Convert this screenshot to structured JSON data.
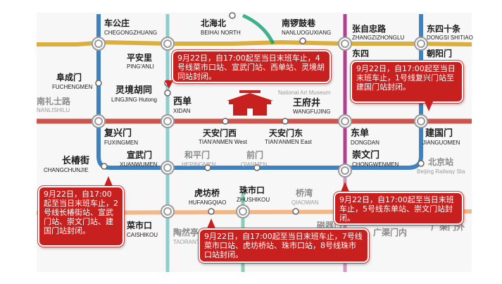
{
  "stations": {
    "chegongzhuang": {
      "zh": "车公庄",
      "en": "CHEGONGZHUANG"
    },
    "beihai_north": {
      "zh": "北海北",
      "en": "BEIHAI NORTH"
    },
    "nanluoguxiang": {
      "zh": "南锣鼓巷",
      "en": "NANLUOGUXIANG"
    },
    "zhangzizhonglu": {
      "zh": "张自忠路",
      "en": "ZHANGZIZHONGLU"
    },
    "dongsi_shitiao": {
      "zh": "东四十条",
      "en": "DONGSI SHITIAO"
    },
    "pinganli": {
      "zh": "平安里",
      "en": "PING'ANLI"
    },
    "dongsi": {
      "zh": "东四",
      "en": ""
    },
    "chaoyangmen": {
      "zh": "朝阳门",
      "en": ""
    },
    "fuchengmen": {
      "zh": "阜成门",
      "en": "FUCHENGMEN"
    },
    "lingjing_hutong": {
      "zh": "灵境胡同",
      "en": "LINGJING Hutong"
    },
    "national_art_museum": {
      "zh": "",
      "en": "National Art Museum"
    },
    "nanlishilu": {
      "zh": "南礼士路",
      "en": "NANLISHILU"
    },
    "xidan": {
      "zh": "西单",
      "en": "XIDAN"
    },
    "wangfujing": {
      "zh": "王府井",
      "en": "WANGFUJING"
    },
    "fuxingmen": {
      "zh": "复兴门",
      "en": "FUXINGMEN"
    },
    "tiananmen_west": {
      "zh": "天安门西",
      "en": "TIAN'ANMEN West"
    },
    "tiananmen_east": {
      "zh": "天安门东",
      "en": "TIAN'ANMEN East"
    },
    "dongdan": {
      "zh": "东单",
      "en": "DONGDAN"
    },
    "jianguomen": {
      "zh": "建国门",
      "en": "JIANGUOMEN"
    },
    "changchunjie": {
      "zh": "长椿街",
      "en": "CHANGCHUNJIE"
    },
    "xuanwumen": {
      "zh": "宣武门",
      "en": "XUANWUMEN"
    },
    "hepingmen": {
      "zh": "和平门",
      "en": "HEPINGMEN"
    },
    "qianmen": {
      "zh": "前门",
      "en": "QIANMEN"
    },
    "chongwenmen": {
      "zh": "崇文门",
      "en": "CHONGWENMEN"
    },
    "beijing_railway": {
      "zh": "北京站",
      "en": "Beijing Railway Sta"
    },
    "hufangqiao": {
      "zh": "虎坊桥",
      "en": "HUFANGQIAO"
    },
    "zhushikou": {
      "zh": "珠市口",
      "en": "ZHUSHIKOU"
    },
    "qiaowan": {
      "zh": "桥湾",
      "en": "QIAOWAN"
    },
    "caishikou": {
      "zh": "菜市口",
      "en": "CAISHIKOU"
    },
    "taoranting": {
      "zh": "陶然亭",
      "en": "TAORANT"
    },
    "ciqikou": {
      "zh": "磁器口",
      "en": ""
    },
    "guangqumennei": {
      "zh": "广渠门内",
      "en": ""
    },
    "guangqumenwai": {
      "zh": "广渠门外",
      "en": ""
    }
  },
  "notices": {
    "xidan_group": "9月22日，自17:00起至当日末班车止，4号线菜市口站、宣武门站、西单站、灵境胡同站封闭。",
    "jianguomen_group": "9月22日，自17:00起至当日末班车止，1号线复兴门站至建国门站封闭。",
    "line2_group": "9月22日，自17:00起至当日末班车止，2号线长椿街站、宣武门站、崇文门站、建国门站封闭。",
    "line5_group": "9月22日，自17:00起至当日末班车止，5号线东单站、崇文门站封闭。",
    "line7_8_group": "9月22日，自17:00起至当日末班车止，7号线菜市口站、虎坊桥站、珠市口站，8号线珠市口站封闭。"
  },
  "colors": {
    "line1": "#c23a30",
    "line2": "#1f6db5",
    "line4": "#0a9a9a",
    "line5": "#a6207f",
    "line6": "#d29700",
    "line7": "#f2b07a",
    "line8": "#009b6b",
    "callout": "#c8201e"
  }
}
